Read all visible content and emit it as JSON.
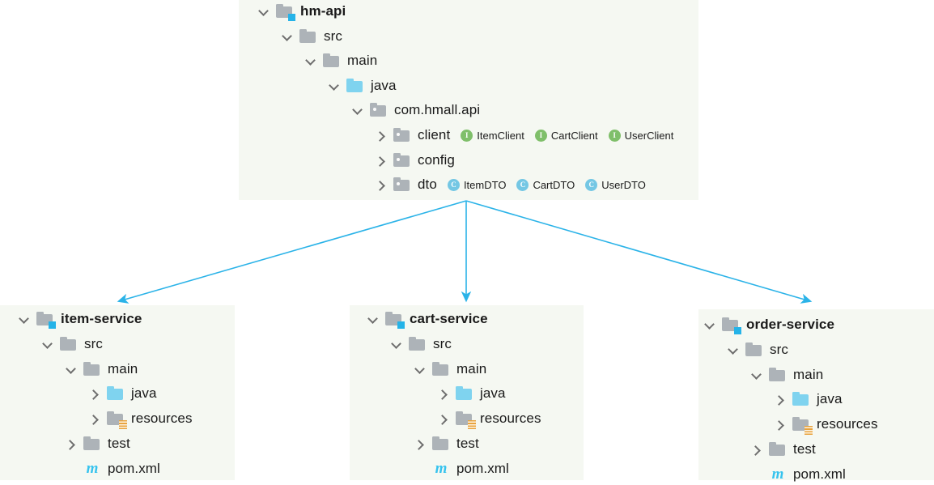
{
  "diagram": {
    "arrow_color": "#2bb3e8",
    "panel_bg": "#f5f8f2",
    "module_badge_color": "#25b3e8"
  },
  "parent": {
    "name": "hm-api",
    "rows": [
      {
        "label": "hm-api",
        "icon": "module-folder-icon",
        "chevron": "down",
        "bold": true,
        "indent": 0
      },
      {
        "label": "src",
        "icon": "folder-icon",
        "chevron": "down",
        "bold": false,
        "indent": 1
      },
      {
        "label": "main",
        "icon": "folder-icon",
        "chevron": "down",
        "bold": false,
        "indent": 2
      },
      {
        "label": "java",
        "icon": "source-folder-icon",
        "chevron": "down",
        "bold": false,
        "indent": 3
      },
      {
        "label": "com.hmall.api",
        "icon": "package-icon",
        "chevron": "down",
        "bold": false,
        "indent": 4
      },
      {
        "label": "client",
        "icon": "package-icon",
        "chevron": "right",
        "bold": false,
        "indent": 5
      },
      {
        "label": "config",
        "icon": "package-icon",
        "chevron": "right",
        "bold": false,
        "indent": 5
      },
      {
        "label": "dto",
        "icon": "package-icon",
        "chevron": "right",
        "bold": false,
        "indent": 5
      }
    ],
    "client_members": [
      {
        "kind": "I",
        "name": "ItemClient"
      },
      {
        "kind": "I",
        "name": "CartClient"
      },
      {
        "kind": "I",
        "name": "UserClient"
      }
    ],
    "dto_members": [
      {
        "kind": "C",
        "name": "ItemDTO"
      },
      {
        "kind": "C",
        "name": "CartDTO"
      },
      {
        "kind": "C",
        "name": "UserDTO"
      }
    ]
  },
  "services": [
    {
      "name": "item-service",
      "rows": [
        {
          "label": "item-service",
          "icon": "module-folder-icon",
          "chevron": "down",
          "bold": true,
          "indent": 0
        },
        {
          "label": "src",
          "icon": "folder-icon",
          "chevron": "down",
          "bold": false,
          "indent": 1
        },
        {
          "label": "main",
          "icon": "folder-icon",
          "chevron": "down",
          "bold": false,
          "indent": 2
        },
        {
          "label": "java",
          "icon": "source-folder-icon",
          "chevron": "right",
          "bold": false,
          "indent": 3
        },
        {
          "label": "resources",
          "icon": "resources-folder-icon",
          "chevron": "right",
          "bold": false,
          "indent": 3
        },
        {
          "label": "test",
          "icon": "folder-icon",
          "chevron": "right",
          "bold": false,
          "indent": 2
        },
        {
          "label": "pom.xml",
          "icon": "maven-icon",
          "chevron": "none",
          "bold": false,
          "indent": 2
        }
      ]
    },
    {
      "name": "cart-service",
      "rows": [
        {
          "label": "cart-service",
          "icon": "module-folder-icon",
          "chevron": "down",
          "bold": true,
          "indent": 0
        },
        {
          "label": "src",
          "icon": "folder-icon",
          "chevron": "down",
          "bold": false,
          "indent": 1
        },
        {
          "label": "main",
          "icon": "folder-icon",
          "chevron": "down",
          "bold": false,
          "indent": 2
        },
        {
          "label": "java",
          "icon": "source-folder-icon",
          "chevron": "right",
          "bold": false,
          "indent": 3
        },
        {
          "label": "resources",
          "icon": "resources-folder-icon",
          "chevron": "right",
          "bold": false,
          "indent": 3
        },
        {
          "label": "test",
          "icon": "folder-icon",
          "chevron": "right",
          "bold": false,
          "indent": 2
        },
        {
          "label": "pom.xml",
          "icon": "maven-icon",
          "chevron": "none",
          "bold": false,
          "indent": 2
        }
      ]
    },
    {
      "name": "order-service",
      "rows": [
        {
          "label": "order-service",
          "icon": "module-folder-icon",
          "chevron": "down",
          "bold": true,
          "indent": 0
        },
        {
          "label": "src",
          "icon": "folder-icon",
          "chevron": "down",
          "bold": false,
          "indent": 1
        },
        {
          "label": "main",
          "icon": "folder-icon",
          "chevron": "down",
          "bold": false,
          "indent": 2
        },
        {
          "label": "java",
          "icon": "source-folder-icon",
          "chevron": "right",
          "bold": false,
          "indent": 3
        },
        {
          "label": "resources",
          "icon": "resources-folder-icon",
          "chevron": "right",
          "bold": false,
          "indent": 3
        },
        {
          "label": "test",
          "icon": "folder-icon",
          "chevron": "right",
          "bold": false,
          "indent": 2
        },
        {
          "label": "pom.xml",
          "icon": "maven-icon",
          "chevron": "none",
          "bold": false,
          "indent": 2
        }
      ]
    }
  ]
}
